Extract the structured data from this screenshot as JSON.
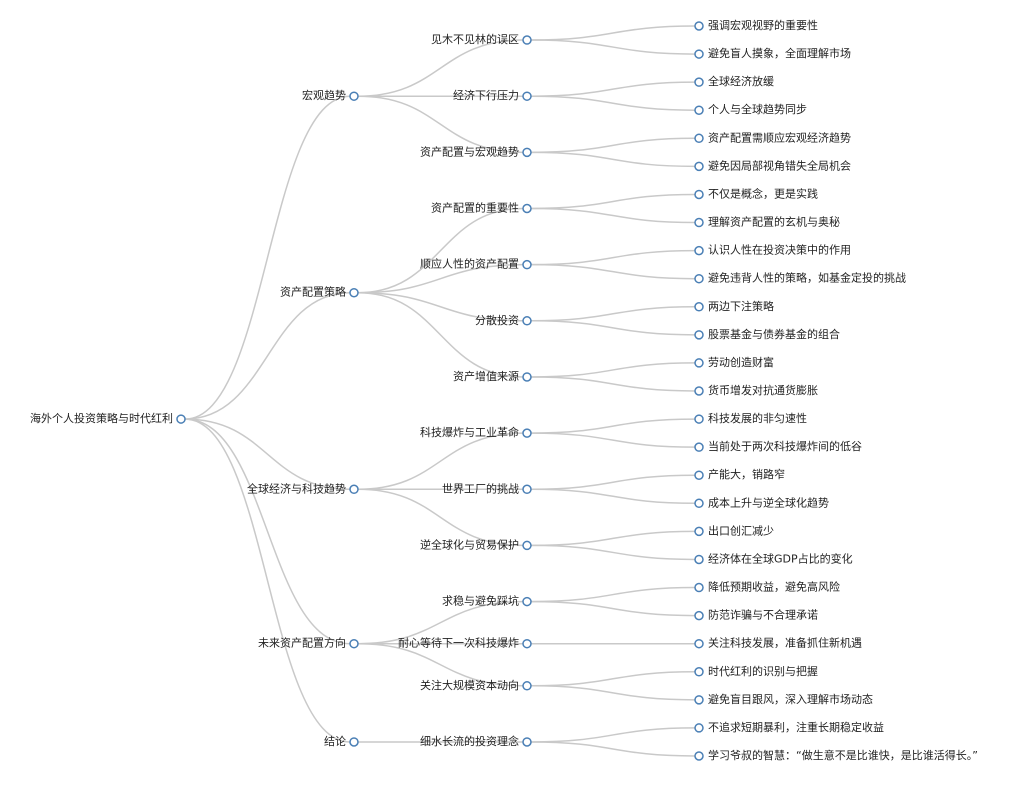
{
  "mindmap": {
    "root": {
      "label": "海外个人投资策略与时代红利",
      "children": [
        {
          "label": "宏观趋势",
          "children": [
            {
              "label": "见木不见林的误区",
              "children": [
                {
                  "label": "强调宏观视野的重要性"
                },
                {
                  "label": "避免盲人摸象，全面理解市场"
                }
              ]
            },
            {
              "label": "经济下行压力",
              "children": [
                {
                  "label": "全球经济放缓"
                },
                {
                  "label": "个人与全球趋势同步"
                }
              ]
            },
            {
              "label": "资产配置与宏观趋势",
              "children": [
                {
                  "label": "资产配置需顺应宏观经济趋势"
                },
                {
                  "label": "避免因局部视角错失全局机会"
                }
              ]
            }
          ]
        },
        {
          "label": "资产配置策略",
          "children": [
            {
              "label": "资产配置的重要性",
              "children": [
                {
                  "label": "不仅是概念，更是实践"
                },
                {
                  "label": "理解资产配置的玄机与奥秘"
                }
              ]
            },
            {
              "label": "顺应人性的资产配置",
              "children": [
                {
                  "label": "认识人性在投资决策中的作用"
                },
                {
                  "label": "避免违背人性的策略，如基金定投的挑战"
                }
              ]
            },
            {
              "label": "分散投资",
              "children": [
                {
                  "label": "两边下注策略"
                },
                {
                  "label": "股票基金与债券基金的组合"
                }
              ]
            },
            {
              "label": "资产增值来源",
              "children": [
                {
                  "label": "劳动创造财富"
                },
                {
                  "label": "货币增发对抗通货膨胀"
                }
              ]
            }
          ]
        },
        {
          "label": "全球经济与科技趋势",
          "children": [
            {
              "label": "科技爆炸与工业革命",
              "children": [
                {
                  "label": "科技发展的非匀速性"
                },
                {
                  "label": "当前处于两次科技爆炸间的低谷"
                }
              ]
            },
            {
              "label": "世界工厂的挑战",
              "children": [
                {
                  "label": "产能大，销路窄"
                },
                {
                  "label": "成本上升与逆全球化趋势"
                }
              ]
            },
            {
              "label": "逆全球化与贸易保护",
              "children": [
                {
                  "label": "出口创汇减少"
                },
                {
                  "label": "经济体在全球GDP占比的变化"
                }
              ]
            }
          ]
        },
        {
          "label": "未来资产配置方向",
          "children": [
            {
              "label": "求稳与避免踩坑",
              "children": [
                {
                  "label": "降低预期收益，避免高风险"
                },
                {
                  "label": "防范诈骗与不合理承诺"
                }
              ]
            },
            {
              "label": "耐心等待下一次科技爆炸",
              "children": [
                {
                  "label": "关注科技发展，准备抓住新机遇"
                }
              ]
            },
            {
              "label": "关注大规模资本动向",
              "children": [
                {
                  "label": "时代红利的识别与把握"
                },
                {
                  "label": "避免盲目跟风，深入理解市场动态"
                }
              ]
            }
          ]
        },
        {
          "label": "结论",
          "children": [
            {
              "label": "细水长流的投资理念",
              "children": [
                {
                  "label": "不追求短期暴利，注重长期稳定收益"
                },
                {
                  "label": "学习爷叔的智慧：“做生意不是比谁快，是比谁活得长。”"
                }
              ]
            }
          ]
        }
      ]
    }
  },
  "colors": {
    "link": "#c9c9c9",
    "node_stroke": "#4a7fb5",
    "node_fill": "#ffffff",
    "text": "#222222"
  }
}
